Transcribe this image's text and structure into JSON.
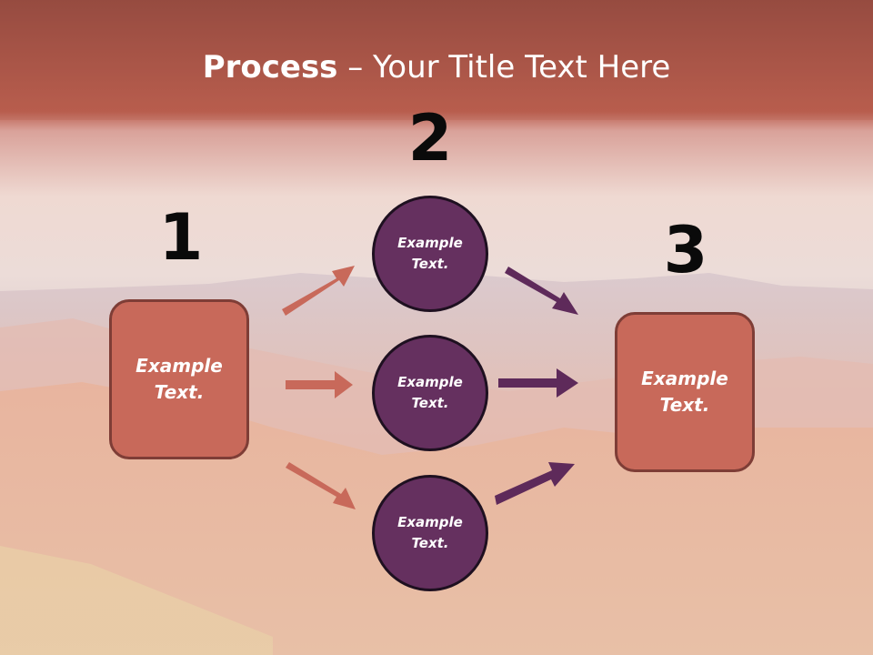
{
  "title": {
    "bold": "Process",
    "rest": " – Your Title Text Here"
  },
  "numbers": [
    "1",
    "2",
    "3"
  ],
  "left_box": {
    "text": "Example\nText."
  },
  "circles": [
    {
      "text": "Example\nText."
    },
    {
      "text": "Example\nText."
    },
    {
      "text": "Example\nText."
    }
  ],
  "right_box": {
    "text": "Example\nText."
  },
  "colors": {
    "header": "#b45a4c",
    "box": "#c8695a",
    "circle": "#65305f",
    "arrow_left": "#c8695a",
    "arrow_right": "#5e2a5a"
  }
}
